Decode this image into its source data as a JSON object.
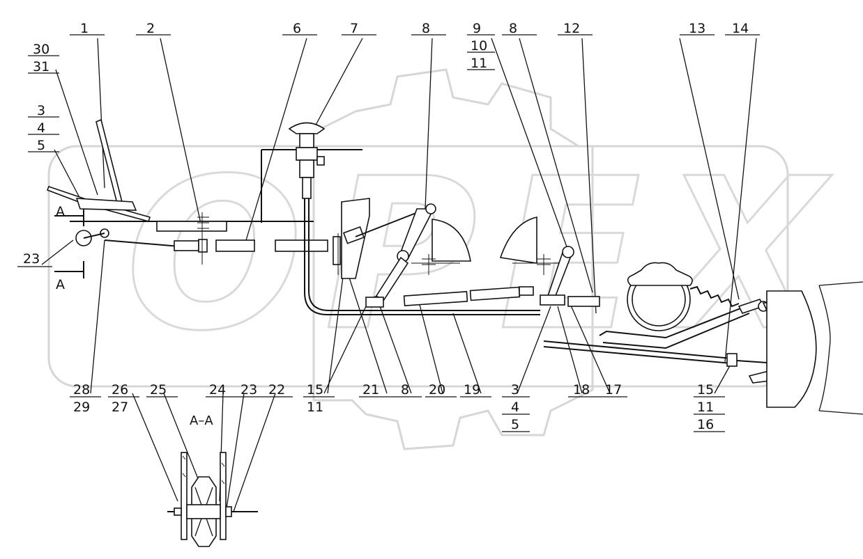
{
  "caption": "",
  "watermark": "OPEX",
  "section": {
    "title": "A–A",
    "cut_mark": "A"
  },
  "labels": {
    "l1": "1",
    "l2": "2",
    "l6": "6",
    "l7": "7",
    "l8a": "8",
    "l9": "9",
    "l10": "10",
    "l11a": "11",
    "l8b": "8",
    "l12": "12",
    "l13": "13",
    "l14": "14",
    "l30": "30",
    "l31": "31",
    "l3a": "3",
    "l4a": "4",
    "l5a": "5",
    "l23a": "23",
    "l28": "28",
    "l29": "29",
    "l15a": "15",
    "l11b": "11",
    "l21": "21",
    "l8c": "8",
    "l20": "20",
    "l19": "19",
    "l3b": "3",
    "l4b": "4",
    "l5b": "5",
    "l18": "18",
    "l17": "17",
    "l15b": "15",
    "l11c": "11",
    "l16": "16",
    "l26": "26",
    "l27": "27",
    "l25": "25",
    "l24": "24",
    "l23b": "23",
    "l22": "22"
  }
}
